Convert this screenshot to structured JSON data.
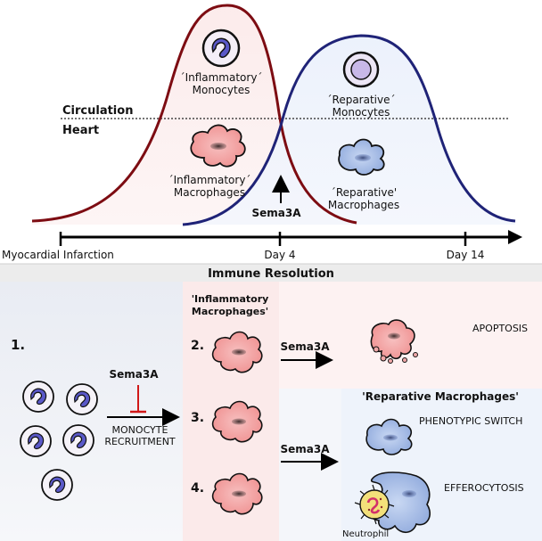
{
  "top": {
    "circulation_label": "Circulation",
    "heart_label": "Heart",
    "inflammatory_monocytes": [
      "´Inflammatory´",
      "Monocytes"
    ],
    "reparative_monocytes": [
      "´Reparative´",
      "Monocytes"
    ],
    "inflammatory_macrophages": [
      "´Inflammatory´",
      "Macrophages"
    ],
    "reparative_macrophages": [
      "´Reparative'",
      "Macrophages"
    ],
    "sema3a_label": "Sema3A",
    "timeline": {
      "start_label": "Myocardial Infarction",
      "tick1_label": "Day 4",
      "tick2_label": "Day 14"
    },
    "colors": {
      "inflammatory_curve": "#7d0c12",
      "reparative_curve": "#1f2377",
      "inflammatory_fill": "#f4a6a6",
      "reparative_fill": "#a9bde6",
      "monocyte_nucleus": "#5a58c8"
    }
  },
  "bottom": {
    "section_title": "Immune Resolution",
    "step1_label": "1.",
    "sema3a_inhibit_label": "Sema3A",
    "recruitment_label": [
      "MONOCYTE",
      "RECRUITMENT"
    ],
    "inflammatory_macrophages_header": [
      "'Inflammatory",
      "Macrophages'"
    ],
    "step2_label": "2.",
    "step3_label": "3.",
    "step4_label": "4.",
    "sema3a_arrow1_label": "Sema3A",
    "sema3a_arrow2_label": "Sema3A",
    "apoptosis_label": "APOPTOSIS",
    "reparative_macrophages_header": "'Reparative Macrophages'",
    "phenotypic_switch_label": "PHENOTYPIC SWITCH",
    "efferocytosis_label": "EFFEROCYTOSIS",
    "neutrophil_label": "Neutrophil"
  }
}
